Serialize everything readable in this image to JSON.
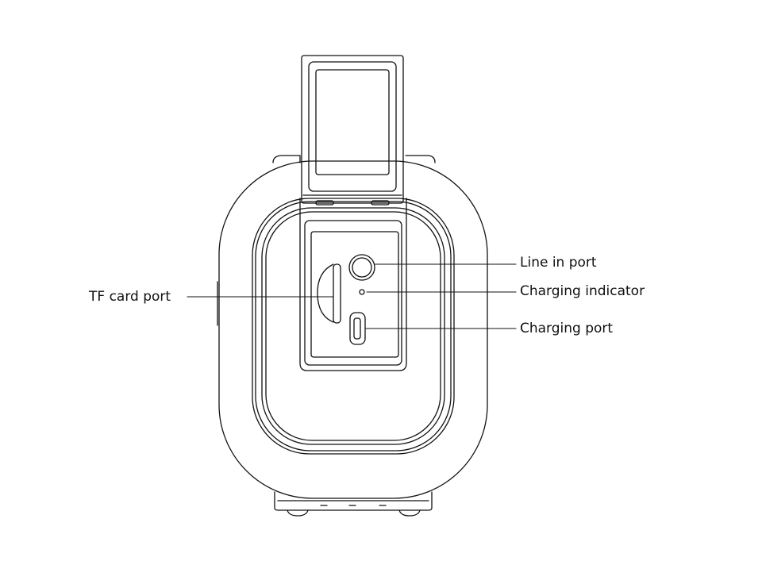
{
  "labels": {
    "tf_card_port": "TF card port",
    "line_in_port": "Line in port",
    "charging_indicator": "Charging indicator",
    "charging_port": "Charging port"
  },
  "colors": {
    "stroke": "#111111",
    "background": "#ffffff"
  }
}
